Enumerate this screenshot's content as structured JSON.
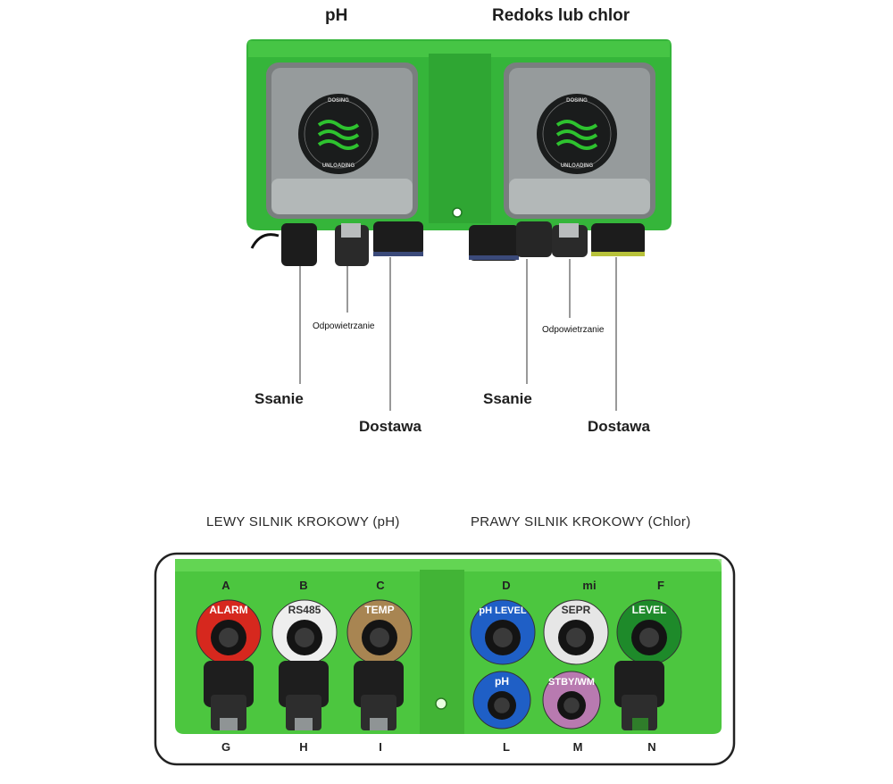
{
  "top": {
    "left_title": "pH",
    "right_title": "Redoks lub chlor",
    "left": {
      "vent": "Odpowietrzanie",
      "suction": "Ssanie",
      "delivery": "Dostawa"
    },
    "right": {
      "vent": "Odpowietrzanie",
      "suction": "Ssanie",
      "delivery": "Dostawa"
    },
    "dial_top": "DOSING",
    "dial_bottom": "UNLOADING",
    "body_color": "#35b53a"
  },
  "bottom": {
    "left_section": "LEWY SILNIK KROKOWY (pH)",
    "right_section": "PRAWY SILNIK KROKOWY (Chlor)",
    "top_letters": [
      "A",
      "B",
      "C",
      "D",
      "mi",
      "F"
    ],
    "bottom_letters": [
      "G",
      "H",
      "I",
      "L",
      "M",
      "N"
    ],
    "connectors": [
      {
        "label": "ALARM",
        "color": "#d6281e"
      },
      {
        "label": "RS485",
        "color": "#eeeeee"
      },
      {
        "label": "TEMP",
        "color": "#a88552"
      },
      {
        "label": "pH LEVEL",
        "color": "#1f5fc6"
      },
      {
        "label": "SEPR",
        "color": "#e6e6e6"
      },
      {
        "label": "LEVEL",
        "color": "#1e8a2a"
      }
    ],
    "lower_connectors": [
      {
        "label": "pH",
        "color": "#1f5fc6"
      },
      {
        "label": "STBY/WM",
        "color": "#b87ab0"
      }
    ]
  }
}
